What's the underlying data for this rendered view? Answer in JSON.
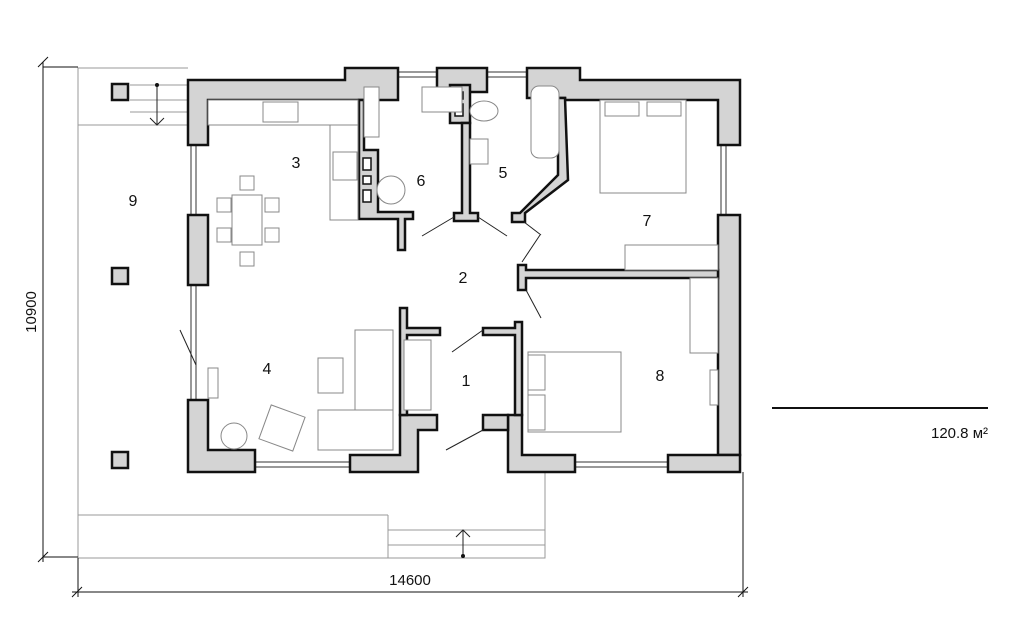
{
  "plan": {
    "rooms": [
      {
        "number": "1"
      },
      {
        "number": "2"
      },
      {
        "number": "3"
      },
      {
        "number": "4"
      },
      {
        "number": "5"
      },
      {
        "number": "6"
      },
      {
        "number": "7"
      },
      {
        "number": "8"
      },
      {
        "number": "9"
      }
    ],
    "dimension_width": "14600",
    "dimension_height": "10900",
    "total_area": "120.8 м²",
    "wall_color": "#d4d4d4"
  }
}
